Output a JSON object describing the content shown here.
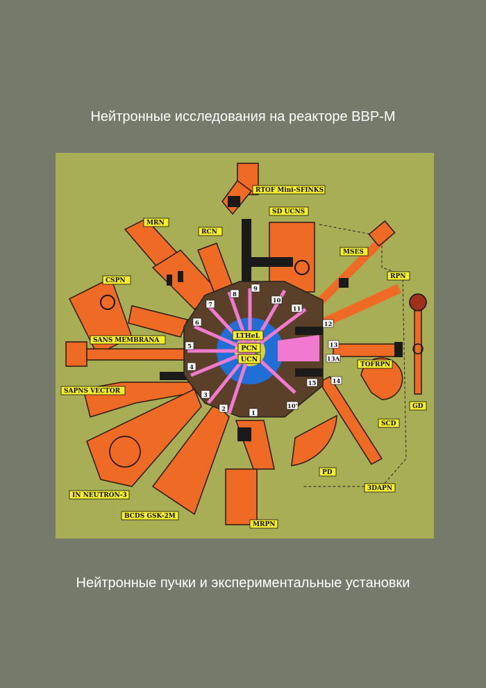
{
  "header": {
    "title": "Нейтронные исследования на реакторе ВВР-М"
  },
  "footer": {
    "subtitle": "Нейтронные пучки и экспериментальные установки"
  },
  "colors": {
    "page_bg": "#767a6a",
    "diagram_bg": "#a8ae56",
    "instrument_orange": "#ef6a24",
    "label_yellow": "#f5ee2a",
    "shield_brown": "#5a4028",
    "core_blue": "#1f6fd6",
    "beam_pink": "#f07ad0"
  },
  "instruments": {
    "rtof": "RTOF Mini-SFINKS",
    "sd_ucns": "SD UCNS",
    "mrn": "MRN",
    "rcn": "RCN",
    "mses": "MSES",
    "rpn": "RPN",
    "cspn": "CSPN",
    "sans": "SANS MEMBRANA",
    "tofrpn": "TOFRPN",
    "sapns": "SAPNS VECTOR",
    "gd": "GD",
    "scd": "SCD",
    "in_neutron": "IN NEUTRON-3",
    "pd": "PD",
    "dapn": "3DAPN",
    "bcds": "BCDS GSK-2M",
    "mrpn": "MRPN"
  },
  "core": {
    "lthel": "LTHeL",
    "pcn": "PCN",
    "ucn": "UCN"
  },
  "beams": {
    "b1": "1",
    "b2": "2",
    "b3": "3",
    "b4": "4",
    "b5": "5",
    "b6": "6",
    "b7": "7",
    "b8": "8",
    "b9": "9",
    "b10": "10",
    "b11": "11",
    "b12": "12",
    "b13": "13",
    "b13a": "13A",
    "b14": "14",
    "b15": "15",
    "b10p": "10'"
  }
}
